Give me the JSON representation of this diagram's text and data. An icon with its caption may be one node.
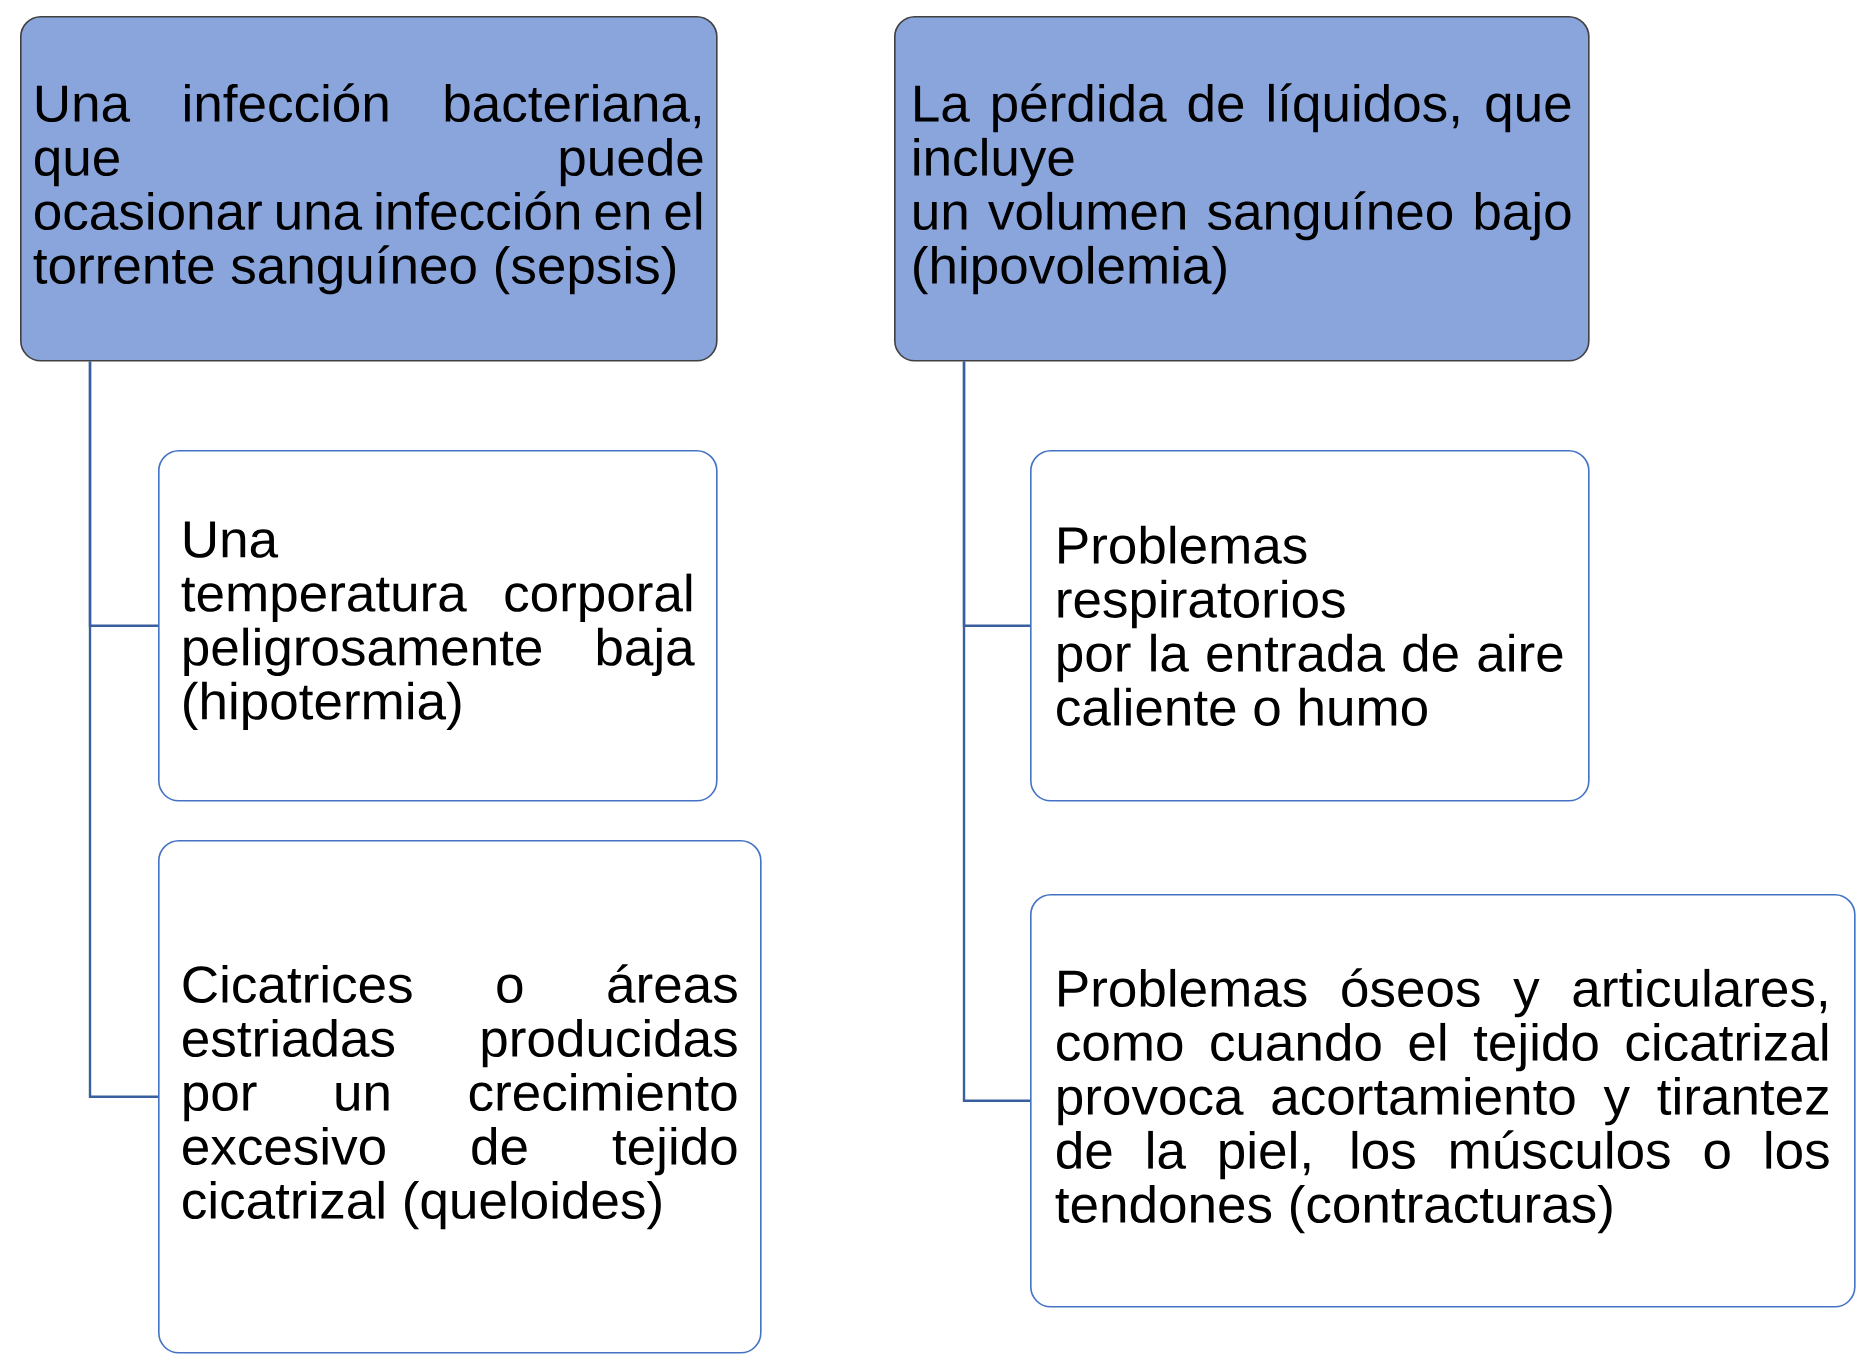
{
  "diagram": {
    "nodes": [
      {
        "text": [
          "Una infección bacteriana, que puede ocasionar una infección en el torrente sanguíneo (sepsis)"
        ]
      },
      {
        "text": [
          "Una temperatura corporal peligrosamente baja (hipotermia)"
        ]
      },
      {
        "text": [
          "Cicatrices o áreas estriadas producidas por un crecimiento excesivo de tejido cicatrizal (queloides)"
        ]
      },
      {
        "text": [
          "La pérdida de líquidos, que incluye un volumen sanguíneo bajo (hipovolemia)"
        ]
      },
      {
        "text": [
          "Problemas respiratorios por la entrada de aire caliente o humo"
        ]
      },
      {
        "text": [
          "Problemas óseos y articulares, como cuando el tejido cicatrizal provoca acortamiento y tirantez de la piel, los músculos o los tendones (contracturas)"
        ]
      }
    ],
    "edges": [
      {
        "from": 0,
        "to": 1,
        "arrow": "none"
      },
      {
        "from": 0,
        "to": 2,
        "arrow": "none"
      },
      {
        "from": 3,
        "to": 4,
        "arrow": "none"
      },
      {
        "from": 3,
        "to": 5,
        "arrow": "none"
      }
    ]
  }
}
